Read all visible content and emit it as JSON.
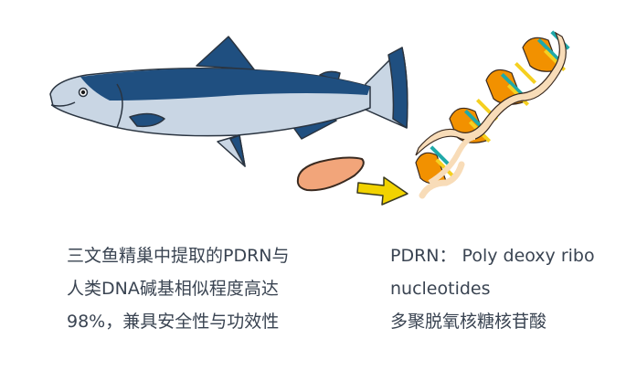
{
  "illustration": {
    "items": [
      {
        "name": "salmon-fish",
        "description": "Atlantic salmon"
      },
      {
        "name": "milt-sac",
        "description": "Salmon milt / testis"
      },
      {
        "name": "arrow",
        "description": "Extraction arrow"
      },
      {
        "name": "dna-double-helix",
        "description": "DNA double helix"
      }
    ],
    "colors": {
      "fish_back": "#1f4f80",
      "fish_belly": "#c9d6e4",
      "milt": "#f2a57a",
      "arrow": "#f2d300",
      "dna_backbone_orange": "#f29100",
      "dna_backbone_cream": "#f8dcb8",
      "dna_base_teal": "#1fa9a9",
      "dna_base_yellow": "#f5d020"
    }
  },
  "caption_left": {
    "lines": [
      "三文鱼精巢中提取的PDRN与",
      "人类DNA碱基相似程度高达",
      "98%，兼具安全性与功效性"
    ]
  },
  "caption_right": {
    "lines": [
      "PDRN： Poly deoxy ribo",
      "nucleotides",
      "多聚脱氧核糖核苷酸"
    ]
  },
  "text_color": "#3a4452"
}
